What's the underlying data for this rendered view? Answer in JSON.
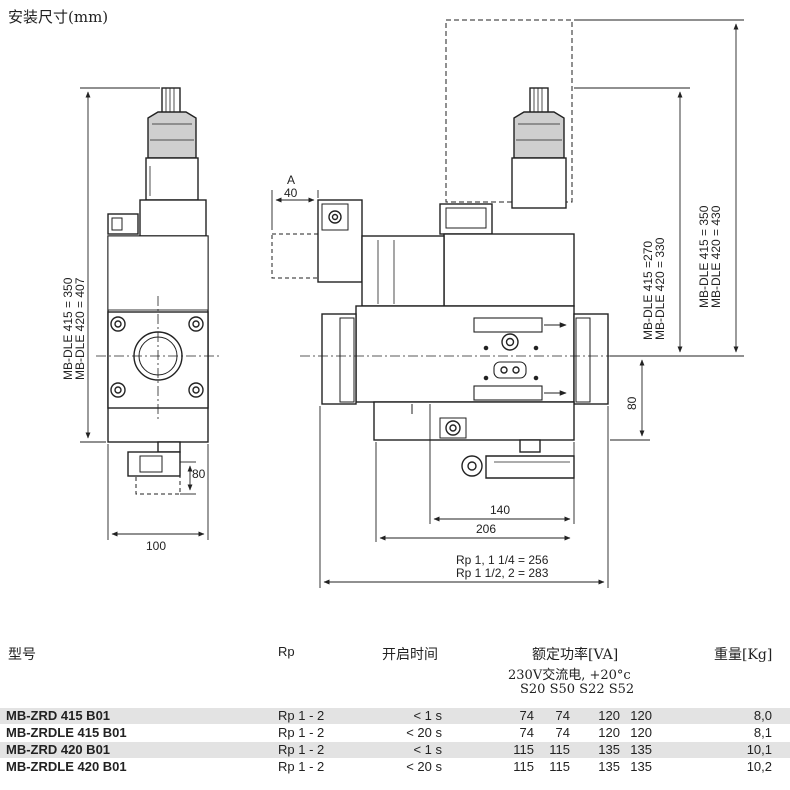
{
  "heading": "安装尺寸(mm)",
  "dimensions": {
    "left_height": "MB-DLE 415 = 350",
    "left_height_b": "MB-DLE 420 = 407",
    "left_width": "100",
    "left_pipe": "80",
    "a_label": "A",
    "a_value": "40",
    "mid_height_a": "MB-DLE 415 =270",
    "mid_height_b": "MB-DLE 420 = 330",
    "right_height_a": "MB-DLE 415 = 350",
    "right_height_b": "MB-DLE 420 = 430",
    "right_80": "80",
    "w140": "140",
    "w206": "206",
    "rp_a": "Rp 1, 1 1/4 = 256",
    "rp_b": "Rp 1 1/2, 2 = 283"
  },
  "table": {
    "headers": {
      "model": "型号",
      "rp": "Rp",
      "time": "开启时间",
      "power": "额定功率[VA]",
      "power_sub": "230V交流电, +20°c",
      "power_sub2": "S20 S50 S22 S52",
      "weight": "重量[Kg]"
    },
    "rows": [
      {
        "model": "MB-ZRD 415 B01",
        "rp": "Rp 1 - 2",
        "time": "<  1 s",
        "p1": "74",
        "p2": "74",
        "p3": "120",
        "p4": "120",
        "weight": "8,0"
      },
      {
        "model": "MB-ZRDLE 415 B01",
        "rp": "Rp 1 - 2",
        "time": "< 20 s",
        "p1": "74",
        "p2": "74",
        "p3": "120",
        "p4": "120",
        "weight": "8,1"
      },
      {
        "model": "MB-ZRD 420 B01",
        "rp": "Rp 1 - 2",
        "time": "<  1 s",
        "p1": "115",
        "p2": "115",
        "p3": "135",
        "p4": "135",
        "weight": "10,1"
      },
      {
        "model": "MB-ZRDLE 420 B01",
        "rp": "Rp 1 - 2",
        "time": "< 20 s",
        "p1": "115",
        "p2": "115",
        "p3": "135",
        "p4": "135",
        "weight": "10,2"
      }
    ]
  }
}
